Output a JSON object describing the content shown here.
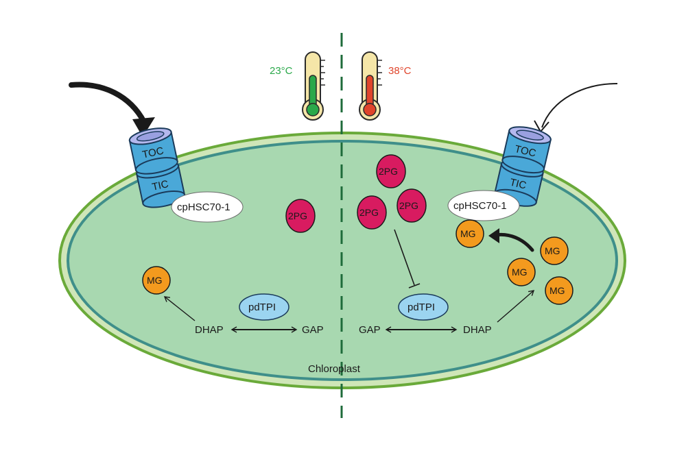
{
  "labels": {
    "chloroplast": "Chloroplast",
    "temp_left": "23°C",
    "temp_right": "38°C",
    "toc": "TOC",
    "tic": "TIC",
    "cphsc": "cpHSC70-1",
    "pdtpi": "pdTPI",
    "dhap": "DHAP",
    "gap": "GAP",
    "mg": "MG",
    "pg": "2PG"
  },
  "colors": {
    "stroma": "#a8d8b0",
    "outer_rim": "#cfe6b8",
    "outer_membrane": "#6aaa3a",
    "inner_membrane": "#3f8f8a",
    "divider": "#1e6b3a",
    "temp_cool": "#2aa84a",
    "temp_hot": "#e0452c",
    "pg_fill": "#d81b60",
    "mg_fill": "#f39a1e",
    "pdtpi_fill": "#9bd4f0",
    "transporter_fill": "#4aa8d8",
    "transporter_top": "#b4b8ee"
  },
  "icons": {
    "thermometer_left": "thermometer-cool-icon",
    "thermometer_right": "thermometer-hot-icon",
    "import_arrow_left": "thick-import-arrow-icon",
    "import_arrow_right": "thin-import-arrow-icon"
  }
}
